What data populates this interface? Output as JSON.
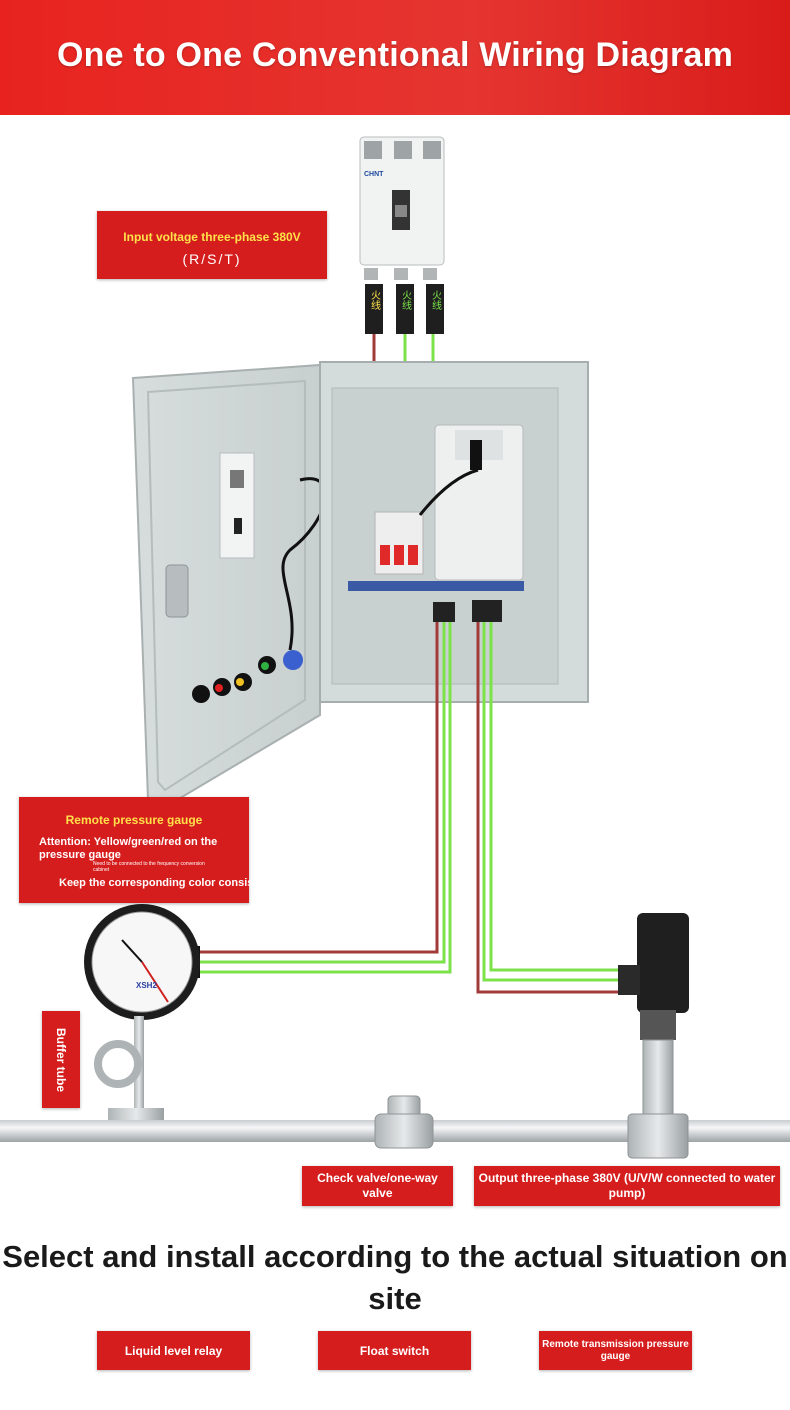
{
  "header": {
    "title": "One to One Conventional Wiring Diagram"
  },
  "labels": {
    "input_voltage": "Input voltage three-phase 380V",
    "input_phases": "(R/S/T)",
    "remote_gauge_title": "Remote pressure gauge",
    "remote_gauge_attention": "Attention: Yellow/green/red on the pressure gauge",
    "remote_gauge_small": "Need to be connected to the frequency conversion cabinet",
    "remote_gauge_keep": "Keep the corresponding color consistent",
    "buffer_tube": "Buffer tube",
    "check_valve": "Check valve/one-way valve",
    "output": "Output three-phase 380V (U/V/W connected to water pump)"
  },
  "device_marks": {
    "breaker_brand": "CHNT",
    "phase_tag": "火线",
    "gauge_brand": "XSH2"
  },
  "footer": {
    "title": "Select and install according to the actual situation on site",
    "options": [
      "Liquid level relay",
      "Float switch",
      "Remote transmission pressure gauge"
    ]
  },
  "colors": {
    "accent_red": "#d61d1d",
    "label_yellow": "#ffe14a",
    "wire_green": "#7be24a",
    "wire_red": "#a23a3a"
  }
}
